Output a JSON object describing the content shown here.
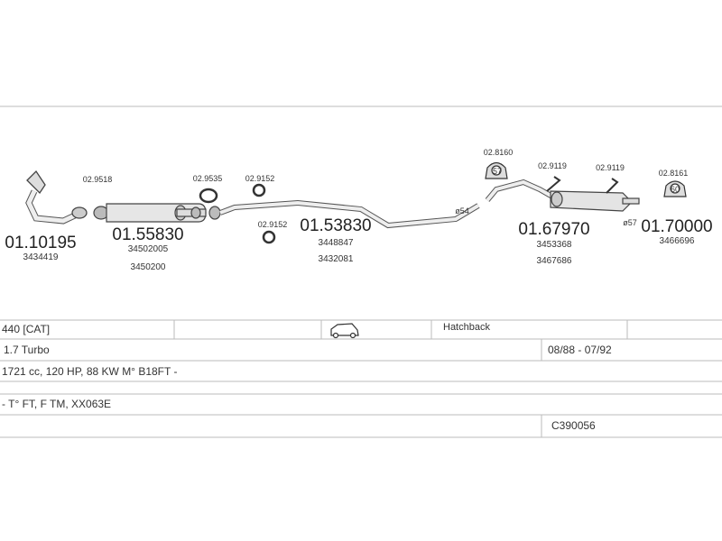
{
  "parts": [
    {
      "number": "01.10195",
      "refs": [
        "3434419"
      ],
      "accessories": []
    },
    {
      "number": "01.55830",
      "refs": [
        "34502005",
        "3450200"
      ],
      "accessories": [
        "02.9518",
        "02.9535",
        "02.9152"
      ]
    },
    {
      "number": "01.53830",
      "refs": [
        "3448847",
        "3432081"
      ],
      "accessories": [
        "02.9152"
      ]
    },
    {
      "number": "01.67970",
      "refs": [
        "3453368",
        "3467686"
      ],
      "accessories": [
        "02.8160",
        "02.9119",
        "02.9119"
      ]
    },
    {
      "number": "01.70000",
      "refs": [
        "3466696"
      ],
      "accessories": [
        "02.8161"
      ]
    }
  ],
  "diameters": [
    "ø54",
    "ø57"
  ],
  "table": {
    "model": "440  [CAT]",
    "body_type": "Hatchback",
    "engine": "1.7 Turbo",
    "years": "08/88 - 07/92",
    "spec": "1721 cc, 120 HP, 88 KW M° B18FT -",
    "notes": "- T° FT, F TM, XX063E",
    "code": "C390056"
  },
  "icons": {
    "vehicle": "hatchback-car-icon"
  }
}
